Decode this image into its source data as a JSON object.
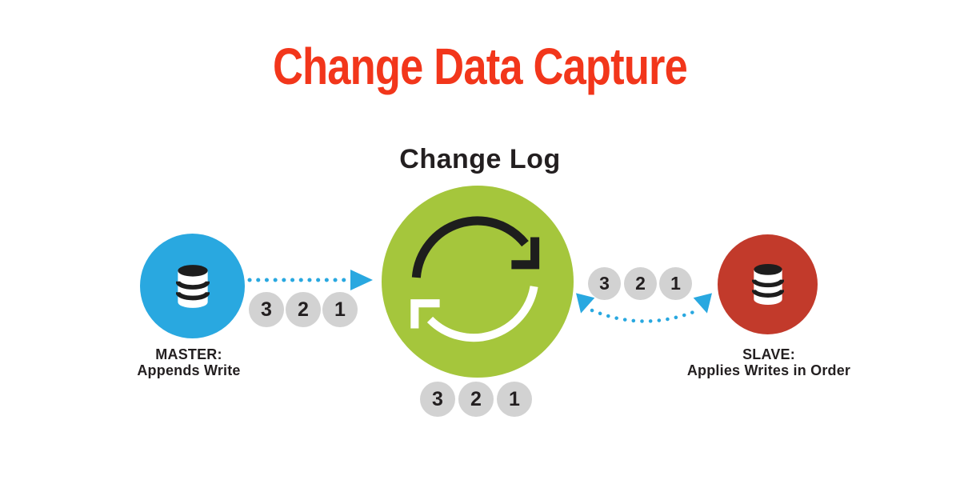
{
  "title": {
    "text": "Change Data Capture"
  },
  "diagram": {
    "change_log_label": "Change Log",
    "master": {
      "name": "MASTER:",
      "desc": "Appends Write"
    },
    "slave": {
      "name": "SLAVE:",
      "desc": "Applies Writes in Order"
    },
    "sequences": {
      "master_to_log": [
        "3",
        "2",
        "1"
      ],
      "log_to_slave": [
        "3",
        "2",
        "1"
      ],
      "log_buffer": [
        "3",
        "2",
        "1"
      ]
    }
  },
  "icons": {
    "master": "database-icon",
    "slave": "database-icon",
    "change_log": "sync-icon",
    "flows": [
      "dotted-arrow-right-icon",
      "dotted-curved-double-arrow-icon"
    ]
  },
  "colors": {
    "title-red": "#F2361B",
    "master-blue": "#29A8E0",
    "log-green": "#A5C63C",
    "slave-red": "#C23A2B",
    "arrow-blue": "#29A8E0",
    "badge-gray": "#D2D2D2",
    "ink": "#231F20",
    "background": "#FFFFFF"
  }
}
